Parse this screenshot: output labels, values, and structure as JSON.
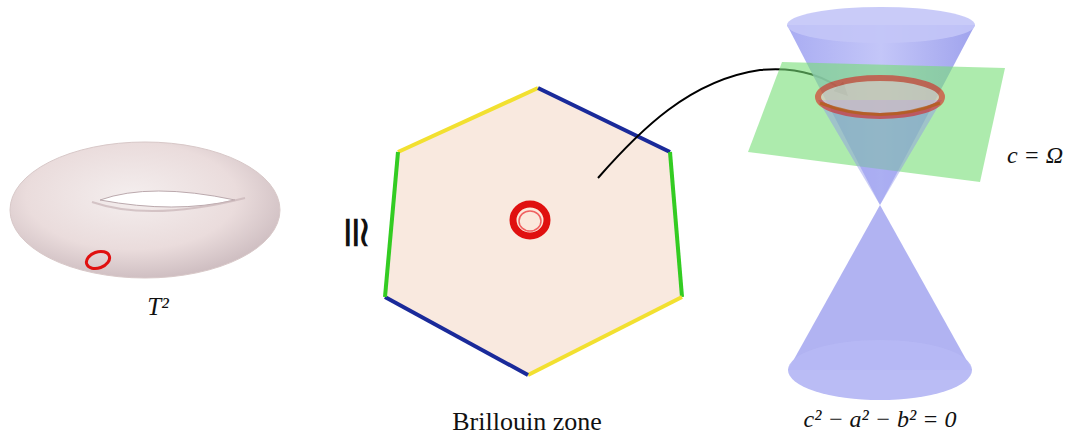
{
  "diagram": {
    "labels": [
      "T²",
      "≅",
      "Brillouin zone",
      "c = Ω",
      "c² − a² − b² = 0"
    ]
  }
}
